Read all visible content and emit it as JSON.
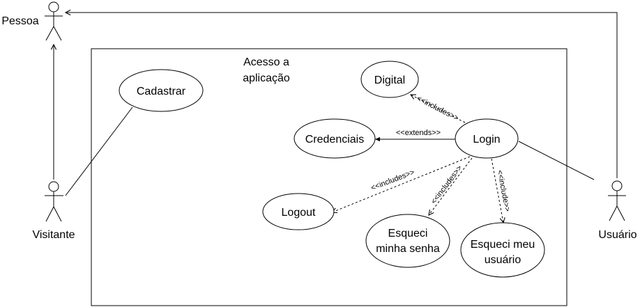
{
  "diagram": {
    "actors": {
      "pessoa": "Pessoa",
      "visitante": "Visitante",
      "usuario": "Usuário"
    },
    "system": {
      "title_line1": "Acesso a",
      "title_line2": "aplicação"
    },
    "use_cases": {
      "cadastrar": "Cadastrar",
      "digital": "Digital",
      "credenciais": "Credenciais",
      "login": "Login",
      "logout": "Logout",
      "esqueci_senha_line1": "Esqueci",
      "esqueci_senha_line2": "minha senha",
      "esqueci_usuario_line1": "Esqueci meu",
      "esqueci_usuario_line2": "usuário"
    },
    "relations": {
      "includes_digital": "<<includes>>",
      "extends_credenciais": "<<extends>>",
      "includes_logout": "<<includes>>",
      "includes_senha": "<<includes>>",
      "include_usuario": "<<include>>"
    }
  }
}
